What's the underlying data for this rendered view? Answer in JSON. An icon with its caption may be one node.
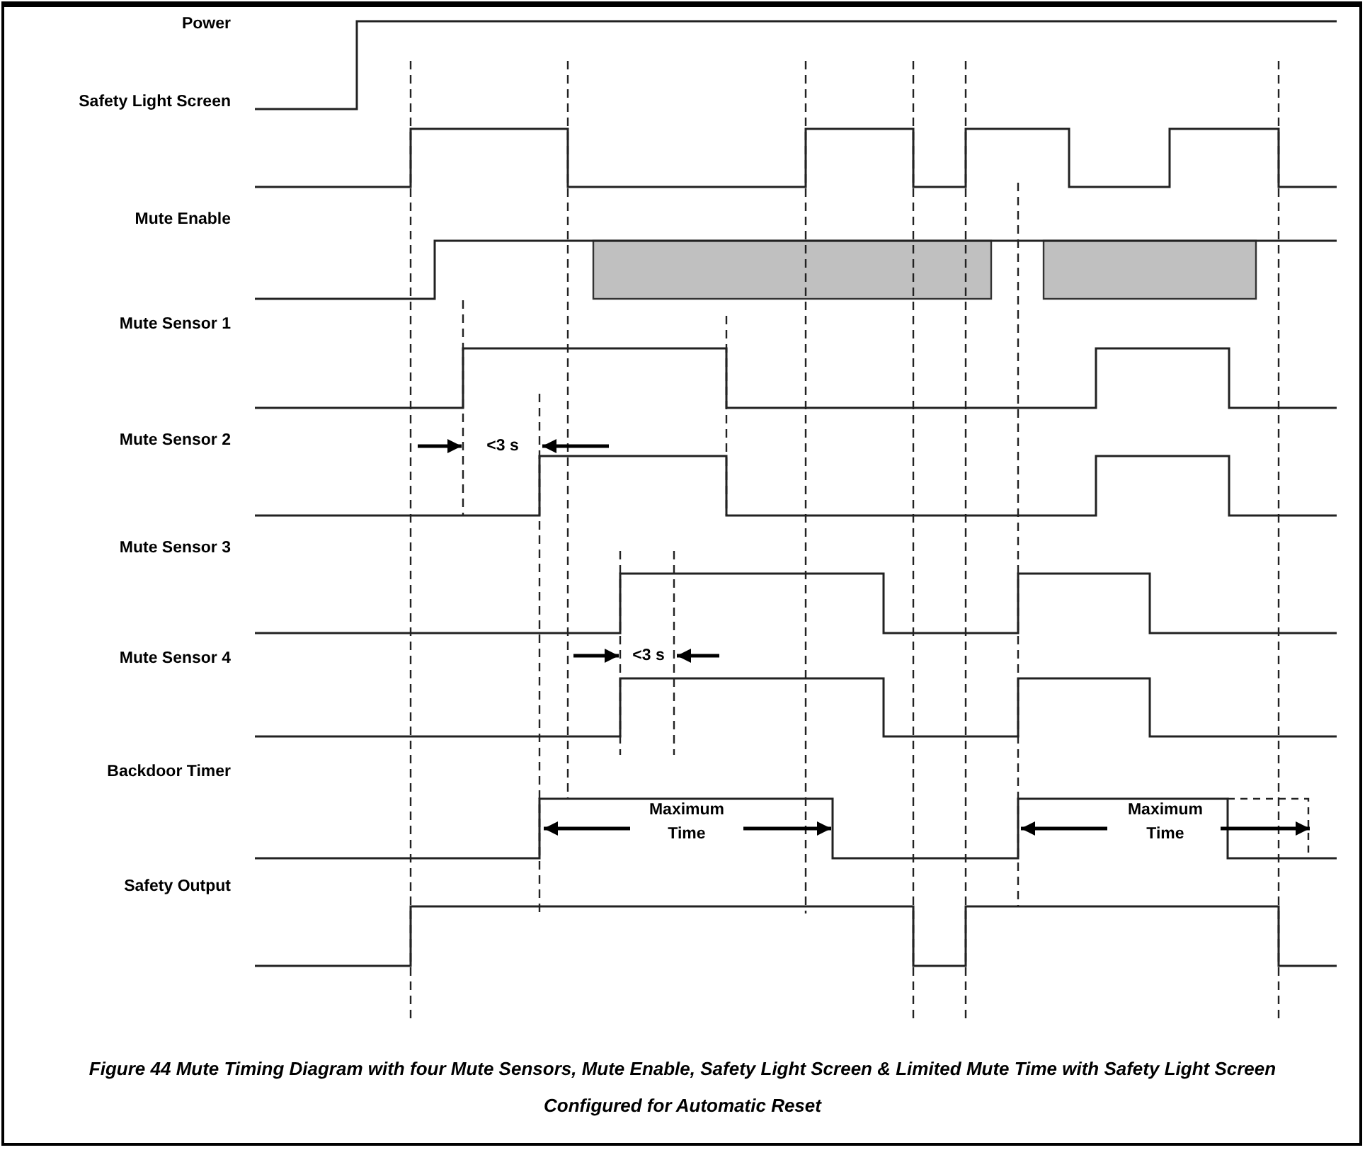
{
  "diagram": {
    "caption": "Figure 44  Mute Timing Diagram with four Mute Sensors, Mute Enable, Safety Light Screen & Limited Mute Time with Safety Light Screen Configured for Automatic Reset",
    "labels": [
      "Power",
      "Safety Light Screen",
      "Mute Enable",
      "Mute Sensor 1",
      "Mute Sensor 2",
      "Mute Sensor 3",
      "Mute Sensor 4",
      "Backdoor Timer",
      "Safety Output",
      "<3 s",
      "<3 s",
      "Maximum Time",
      "Maximum Time"
    ]
  }
}
